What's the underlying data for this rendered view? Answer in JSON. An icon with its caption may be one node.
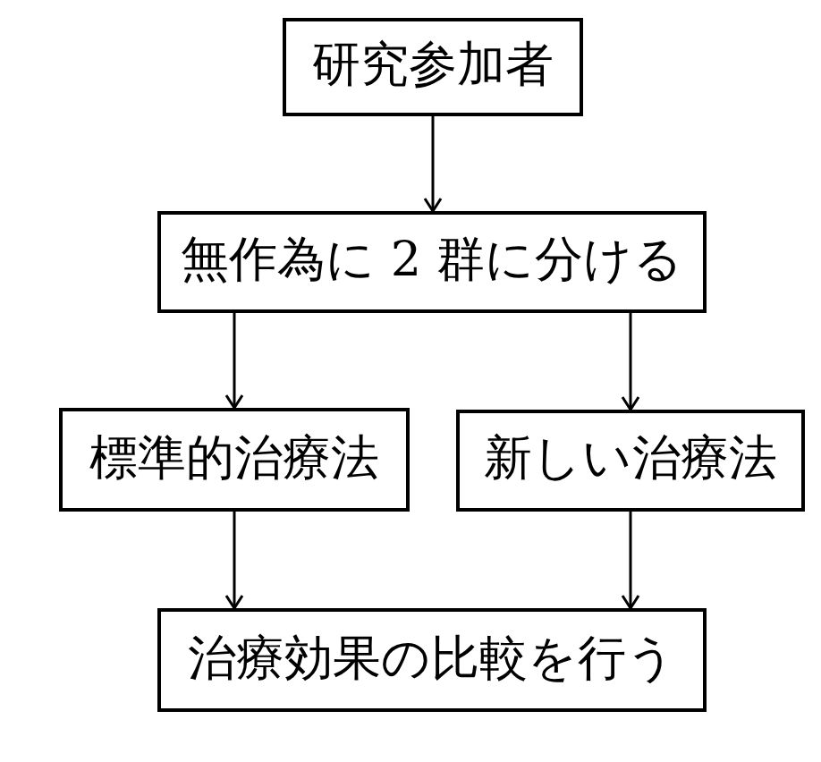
{
  "diagram": {
    "nodes": [
      {
        "text": [
          "研究参加者"
        ]
      },
      {
        "text": [
          "無作為に 2 群に分ける"
        ]
      },
      {
        "text": [
          "標準的治療法"
        ]
      },
      {
        "text": [
          "新しい治療法"
        ]
      },
      {
        "text": [
          "治療効果の比較を行う"
        ]
      }
    ],
    "edges": [
      {
        "from": 0,
        "to": 1,
        "arrow": "to"
      },
      {
        "from": 1,
        "to": 2,
        "arrow": "to"
      },
      {
        "from": 1,
        "to": 3,
        "arrow": "to"
      },
      {
        "from": 2,
        "to": 4,
        "arrow": "to"
      },
      {
        "from": 3,
        "to": 4,
        "arrow": "to"
      }
    ]
  }
}
